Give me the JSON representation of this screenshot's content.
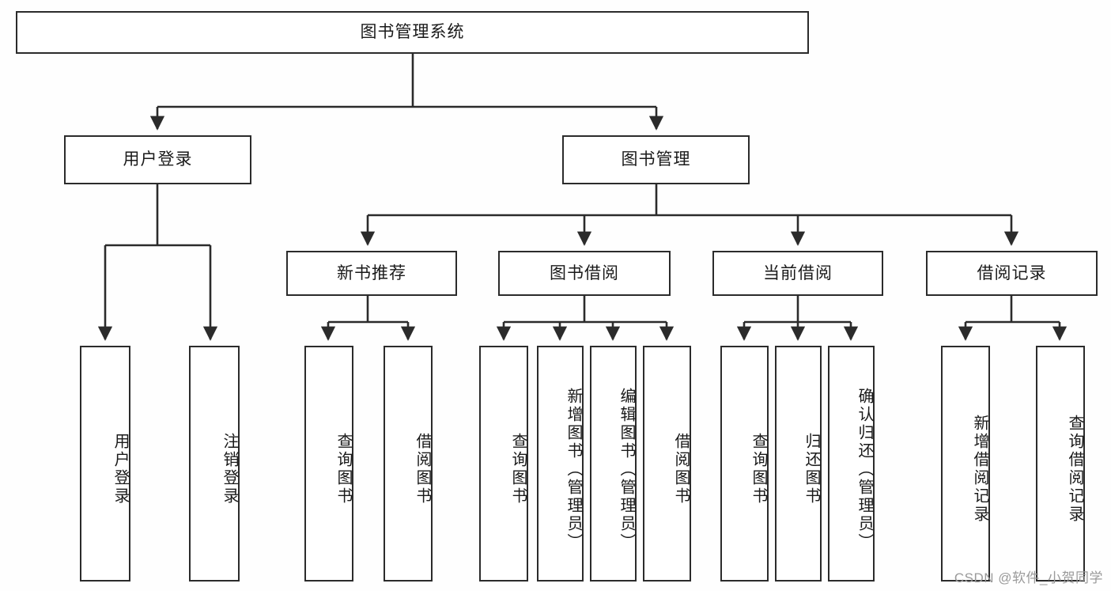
{
  "diagram": {
    "title": "图书管理系统",
    "type": "tree",
    "style": {
      "box_border_color": "#2b2b2b",
      "box_fill": "#ffffff",
      "line_color": "#2b2b2b",
      "text_color": "#1a1a1a",
      "background": "#fefefe"
    },
    "levels": {
      "root": {
        "label": "图书管理系统"
      },
      "level2": [
        {
          "id": "user-login",
          "label": "用户登录"
        },
        {
          "id": "book-manage",
          "label": "图书管理"
        }
      ],
      "level3": [
        {
          "id": "new-book-recommend",
          "label": "新书推荐",
          "parent": "book-manage"
        },
        {
          "id": "book-borrow",
          "label": "图书借阅",
          "parent": "book-manage"
        },
        {
          "id": "current-borrow",
          "label": "当前借阅",
          "parent": "book-manage"
        },
        {
          "id": "borrow-record",
          "label": "借阅记录",
          "parent": "book-manage"
        }
      ],
      "leaves": [
        {
          "id": "leaf-user-login",
          "label": "用户登录",
          "parent": "user-login"
        },
        {
          "id": "leaf-logout",
          "label": "注销登录",
          "parent": "user-login"
        },
        {
          "id": "leaf-query-book-1",
          "label": "查询图书",
          "parent": "new-book-recommend"
        },
        {
          "id": "leaf-borrow-book-1",
          "label": "借阅图书",
          "parent": "new-book-recommend"
        },
        {
          "id": "leaf-query-book-2",
          "label": "查询图书",
          "parent": "book-borrow"
        },
        {
          "id": "leaf-add-book",
          "label": "新增图书（管理员）",
          "parent": "book-borrow"
        },
        {
          "id": "leaf-edit-book",
          "label": "编辑图书（管理员）",
          "parent": "book-borrow"
        },
        {
          "id": "leaf-borrow-book-2",
          "label": "借阅图书",
          "parent": "book-borrow"
        },
        {
          "id": "leaf-query-book-3",
          "label": "查询图书",
          "parent": "current-borrow"
        },
        {
          "id": "leaf-return-book",
          "label": "归还图书",
          "parent": "current-borrow"
        },
        {
          "id": "leaf-confirm-return",
          "label": "确认归还（管理员）",
          "parent": "current-borrow"
        },
        {
          "id": "leaf-add-record",
          "label": "新增借阅记录",
          "parent": "borrow-record"
        },
        {
          "id": "leaf-query-record",
          "label": "查询借阅记录",
          "parent": "borrow-record"
        }
      ]
    }
  },
  "watermark": {
    "text": "CSDN @软件_小贺同学"
  }
}
